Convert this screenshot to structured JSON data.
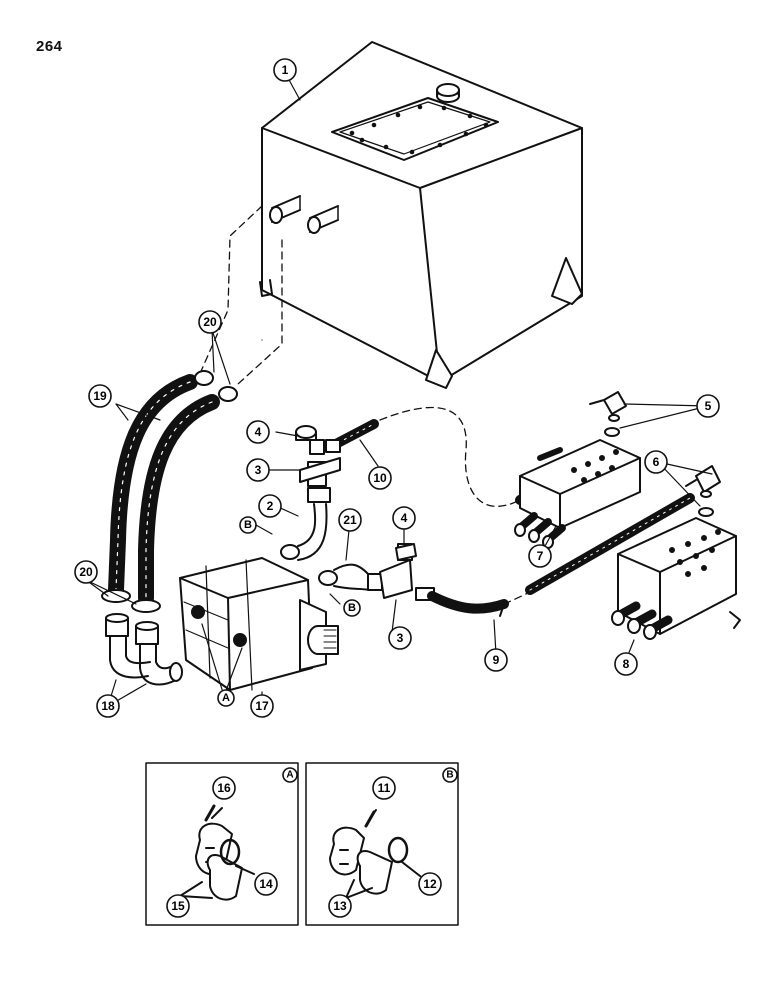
{
  "page_number": "264",
  "callouts": {
    "c1": "1",
    "c2": "2",
    "c3a": "3",
    "c3b": "3",
    "c4a": "4",
    "c4b": "4",
    "c5": "5",
    "c6": "6",
    "c7": "7",
    "c8": "8",
    "c9": "9",
    "c10": "10",
    "c11": "11",
    "c12": "12",
    "c13": "13",
    "c14": "14",
    "c15": "15",
    "c16": "16",
    "c17": "17",
    "c18": "18",
    "c19": "19",
    "c20a": "20",
    "c20b": "20",
    "c21": "21"
  },
  "letters": {
    "a_main": "A",
    "b_upper": "B",
    "b_lower": "B",
    "inset_a": "A",
    "inset_b": "B"
  }
}
